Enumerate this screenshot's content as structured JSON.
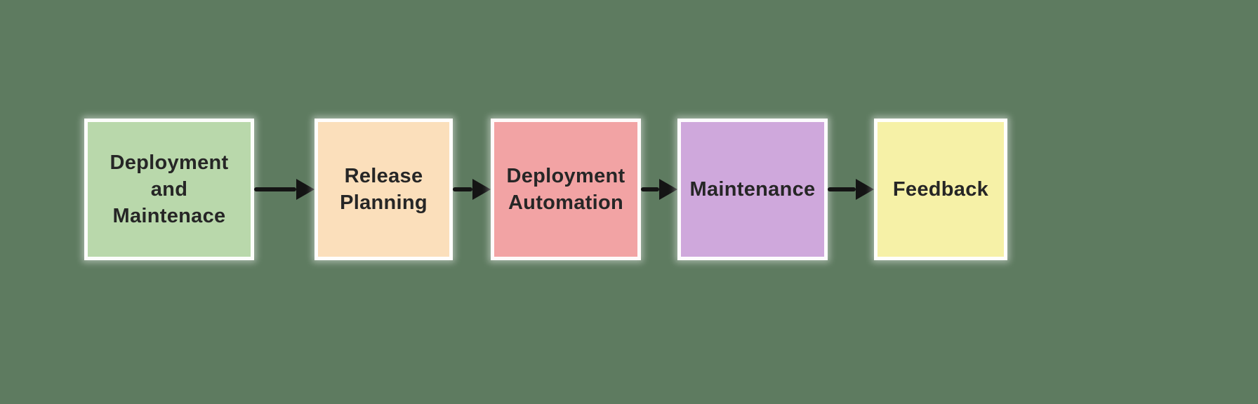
{
  "background_color": "#5e7b60",
  "text_color": "#262626",
  "arrow_color": "#141414",
  "diagram": {
    "type": "flowchart",
    "direction": "left-to-right",
    "nodes": [
      {
        "id": "deployment-and-maintenance",
        "label": "Deployment\nand\nMaintenace",
        "color": "#b9d8ab"
      },
      {
        "id": "release-planning",
        "label": "Release\nPlanning",
        "color": "#fbdfbb"
      },
      {
        "id": "deployment-automation",
        "label": "Deployment\nAutomation",
        "color": "#f2a3a4"
      },
      {
        "id": "maintenance",
        "label": "Maintenance",
        "color": "#cfa8dc"
      },
      {
        "id": "feedback",
        "label": "Feedback",
        "color": "#f6f1a7"
      }
    ],
    "edges": [
      {
        "from": "deployment-and-maintenance",
        "to": "release-planning"
      },
      {
        "from": "release-planning",
        "to": "deployment-automation"
      },
      {
        "from": "deployment-automation",
        "to": "maintenance"
      },
      {
        "from": "maintenance",
        "to": "feedback"
      }
    ]
  }
}
